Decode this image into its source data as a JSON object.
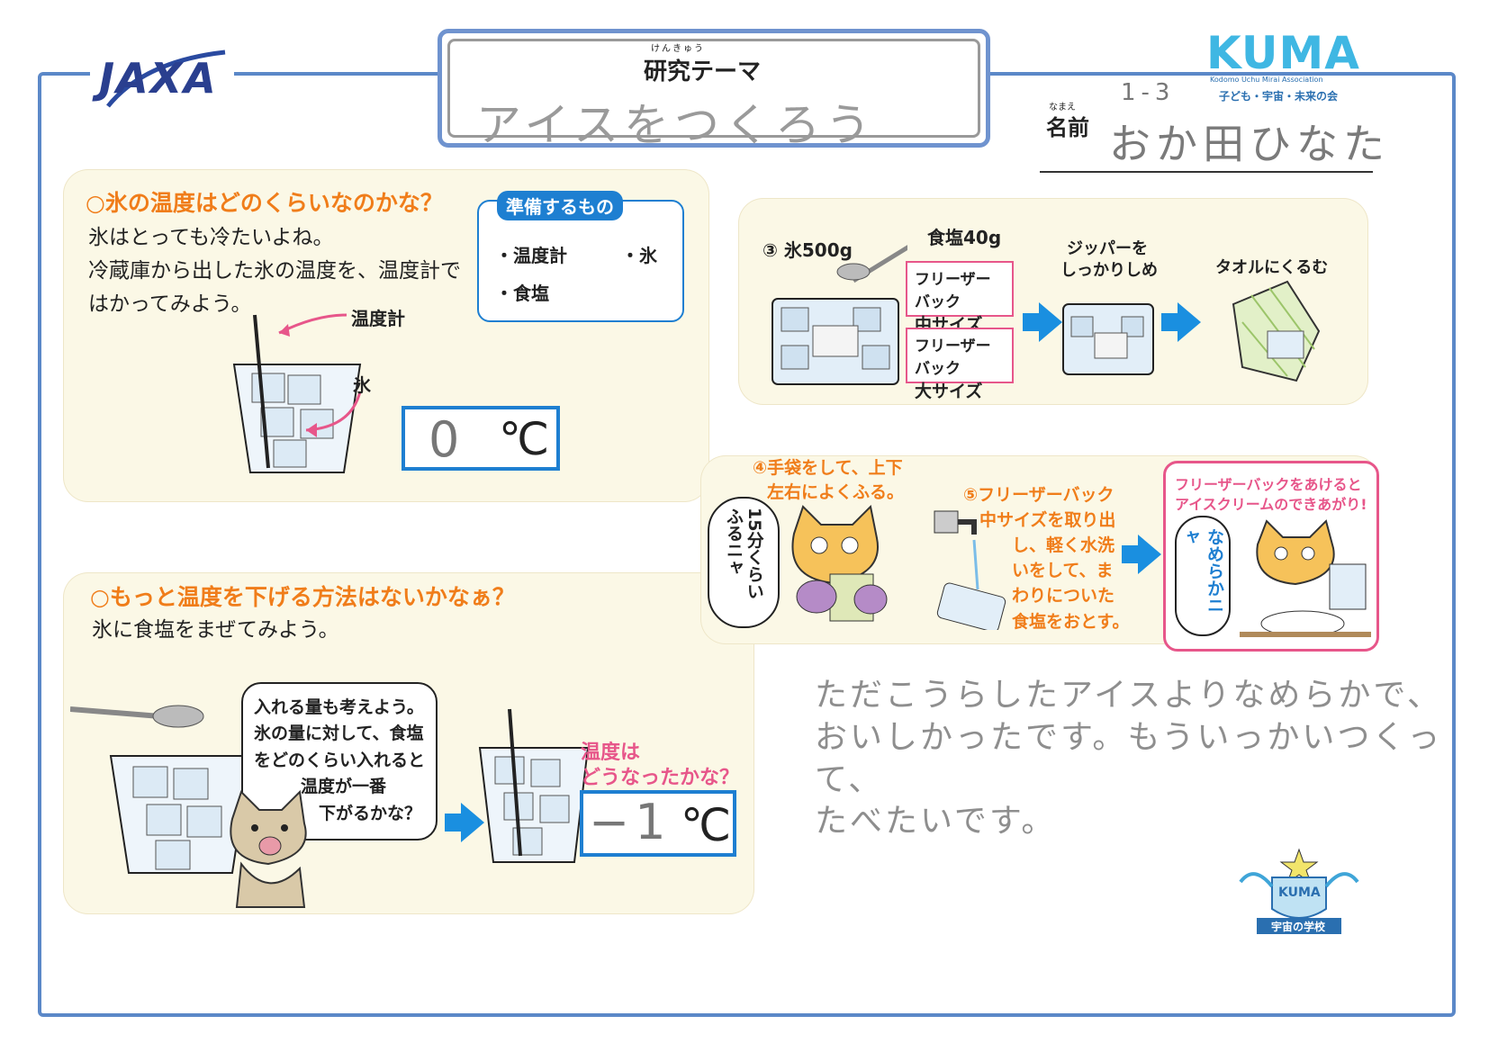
{
  "header": {
    "jaxa_logo": "JAXA",
    "theme_ruby": "けんきゅう",
    "theme_label": "研究テーマ",
    "theme_value": "アイスをつくろう",
    "kuma_logo": "KUMA",
    "kuma_sub": "Kodomo Uchu Mirai Association",
    "kuma_tagline": "子ども・宇宙・未来の会",
    "name_ruby": "なまえ",
    "name_label": "名前",
    "class_value": "1-3",
    "name_value": "おか田ひなた"
  },
  "section1": {
    "title": "○氷の温度はどのくらいなのかな？",
    "line1": "氷はとっても冷たいよね。",
    "line2": "冷蔵庫から出した氷の温度を、温度計で",
    "line3": "はかってみよう。",
    "label_thermometer": "温度計",
    "label_ice": "氷",
    "answer_value": "0",
    "answer_unit": "℃"
  },
  "prep": {
    "title": "準備するもの",
    "item1": "・温度計",
    "item2": "・氷",
    "item3": "・食塩"
  },
  "section2": {
    "title": "○もっと温度を下げる方法はないかなぁ？",
    "line1": "氷に食塩をまぜてみよう。",
    "bubble1": "入れる量も考えよう。",
    "bubble2": "氷の量に対して、食塩",
    "bubble3": "をどのくらい入れると",
    "bubble4": "温度が一番",
    "bubble5": "下がるかな？",
    "question1": "温度は",
    "question2": "どうなったかな？",
    "answer_value": "−1",
    "answer_unit": "℃"
  },
  "step3": {
    "ice": "③ 氷500g",
    "salt": "食塩40g",
    "bag_mid1": "フリーザーバック",
    "bag_mid2": "中サイズ",
    "bag_big1": "フリーザーバック",
    "bag_big2": "大サイズ",
    "zipper1": "ジッパーを",
    "zipper2": "しっかりしめ",
    "towel": "タオルにくるむ"
  },
  "step4": {
    "line1": "④手袋をして、上下",
    "line2": "左右によくふる。",
    "bubble1": "15",
    "bubble2": "分くらい",
    "bubble3": "ふるニャ"
  },
  "step5": {
    "line1": "⑤フリーザーバック",
    "line2": "中サイズを取り出",
    "line3": "し、軽く水洗",
    "line4": "いをして、ま",
    "line5": "わりについた",
    "line6": "食塩をおとす。"
  },
  "final": {
    "line1": "フリーザーバックをあけると",
    "line2": "アイスクリームのできあがり!",
    "bubble": "なめらかニャ"
  },
  "comment": {
    "line1": "ただこうらしたアイスよりなめらかで、",
    "line2": "おいしかったです。もういっかいつくって、",
    "line3": "たべたいです。"
  },
  "badge": {
    "logo": "KUMA",
    "ribbon": "宇宙の学校"
  },
  "colors": {
    "frame": "#5b88c8",
    "accent_blue": "#1e7fd1",
    "orange": "#f07d1a",
    "pink": "#e7568a"
  }
}
